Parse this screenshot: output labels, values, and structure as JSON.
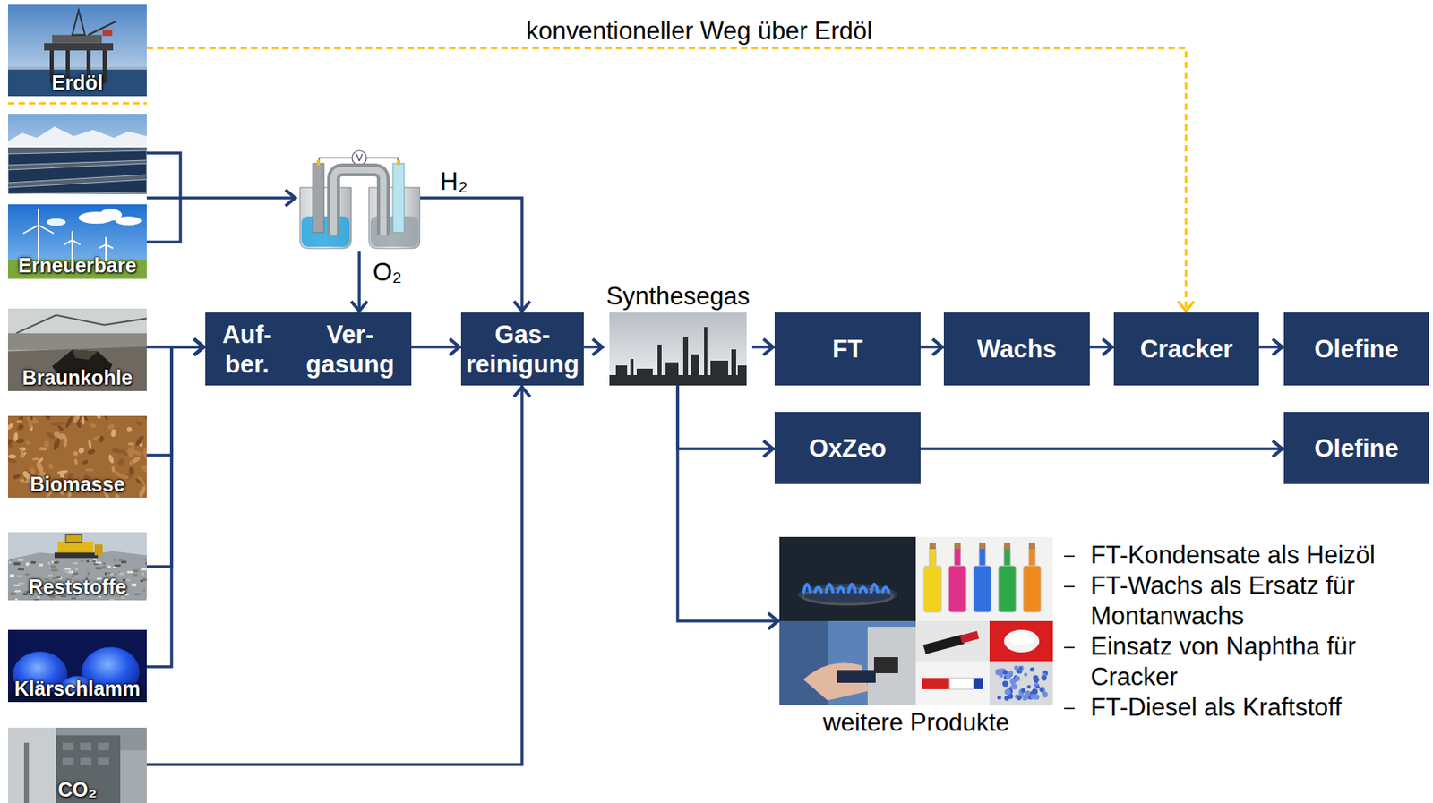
{
  "diagram": {
    "nodes": [
      {
        "text": [
          "Erdöl"
        ]
      },
      {
        "text": [
          "Erneuerbare"
        ]
      },
      {
        "text": [
          "Braunkohle"
        ]
      },
      {
        "text": [
          "Biomasse"
        ]
      },
      {
        "text": [
          "Reststoffe"
        ]
      },
      {
        "text": [
          "Klärschlamm"
        ]
      },
      {
        "text": [
          "CO₂"
        ]
      },
      {
        "text": [
          "V"
        ]
      },
      {
        "text": [
          "Auf- ber.",
          "Ver- gasung"
        ]
      },
      {
        "text": [
          "Gas- reinigung"
        ]
      },
      {
        "text": [
          "Synthesegas"
        ]
      },
      {
        "text": [
          "FT"
        ]
      },
      {
        "text": [
          "Wachs"
        ]
      },
      {
        "text": [
          "Cracker"
        ]
      },
      {
        "text": [
          "Olefine"
        ]
      },
      {
        "text": [
          "OxZeo"
        ]
      },
      {
        "text": [
          "Olefine"
        ]
      },
      {
        "text": [
          "weitere Produkte"
        ]
      }
    ],
    "edges": [
      {
        "from": 0,
        "to": 13,
        "arrow": "to",
        "label": "konventioneller Weg über Erdöl"
      },
      {
        "from": 1,
        "to": 7,
        "arrow": "to"
      },
      {
        "from": 7,
        "to": 9,
        "arrow": "to",
        "label": "H₂"
      },
      {
        "from": 7,
        "to": 8,
        "arrow": "to",
        "label": "O₂"
      },
      {
        "from": 2,
        "to": 8,
        "arrow": "to"
      },
      {
        "from": 3,
        "to": 8,
        "arrow": "to"
      },
      {
        "from": 4,
        "to": 8,
        "arrow": "to"
      },
      {
        "from": 5,
        "to": 8,
        "arrow": "to"
      },
      {
        "from": 8,
        "to": 9,
        "arrow": "to"
      },
      {
        "from": 6,
        "to": 9,
        "arrow": "to"
      },
      {
        "from": 9,
        "to": 10,
        "arrow": "to"
      },
      {
        "from": 10,
        "to": 11,
        "arrow": "to"
      },
      {
        "from": 11,
        "to": 12,
        "arrow": "to"
      },
      {
        "from": 12,
        "to": 13,
        "arrow": "to"
      },
      {
        "from": 13,
        "to": 14,
        "arrow": "to"
      },
      {
        "from": 10,
        "to": 15,
        "arrow": "to"
      },
      {
        "from": 15,
        "to": 16,
        "arrow": "to"
      },
      {
        "from": 10,
        "to": 17,
        "arrow": "to"
      }
    ],
    "labels": [
      "FT-Kondensate als Heizöl",
      "FT-Wachs als Ersatz für Montanwachs",
      "Einsatz von Naphtha für Cracker",
      "FT-Diesel als Kraftstoff"
    ]
  }
}
